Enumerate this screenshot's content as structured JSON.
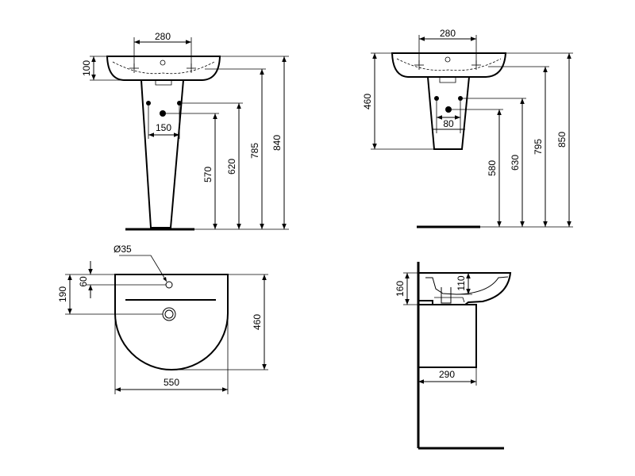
{
  "views": {
    "pedestal_front": {
      "dim_tap_spacing": "280",
      "dim_basin_height": "100",
      "dim_waste_spacing": "150",
      "dim_waste_height": "570",
      "dim_supply_height": "620",
      "dim_overflow_height": "785",
      "dim_rim_height": "840"
    },
    "semi_pedestal_front": {
      "dim_tap_spacing": "280",
      "dim_overall_height": "460",
      "dim_waste_spacing": "80",
      "dim_waste_height": "580",
      "dim_supply_height": "630",
      "dim_overflow_height": "795",
      "dim_rim_height": "850"
    },
    "plan": {
      "dim_tap_hole": "Ø35",
      "dim_hole_offset": "60",
      "dim_bowl_offset": "190",
      "dim_depth": "460",
      "dim_width": "550"
    },
    "side": {
      "dim_height": "160",
      "dim_inner": "110",
      "dim_projection": "290"
    }
  }
}
